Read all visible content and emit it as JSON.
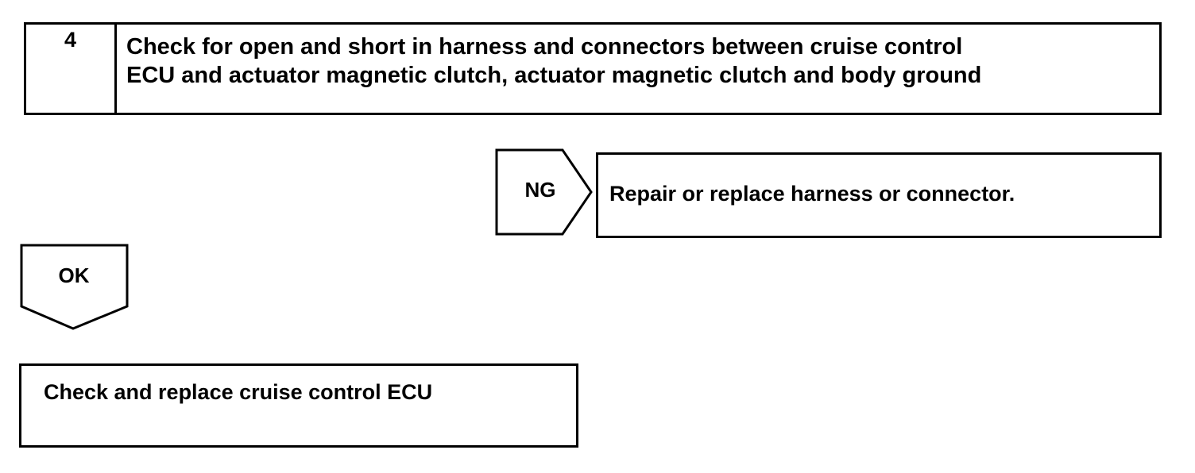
{
  "step": {
    "number": "4",
    "title_line1": "Check for open and short in harness and connectors between cruise control",
    "title_line2": "ECU and actuator magnetic clutch, actuator magnetic clutch and body ground"
  },
  "ng_branch": {
    "label": "NG",
    "action": "Repair or replace harness or connector."
  },
  "ok_branch": {
    "label": "OK",
    "action": "Check and replace cruise control ECU"
  }
}
